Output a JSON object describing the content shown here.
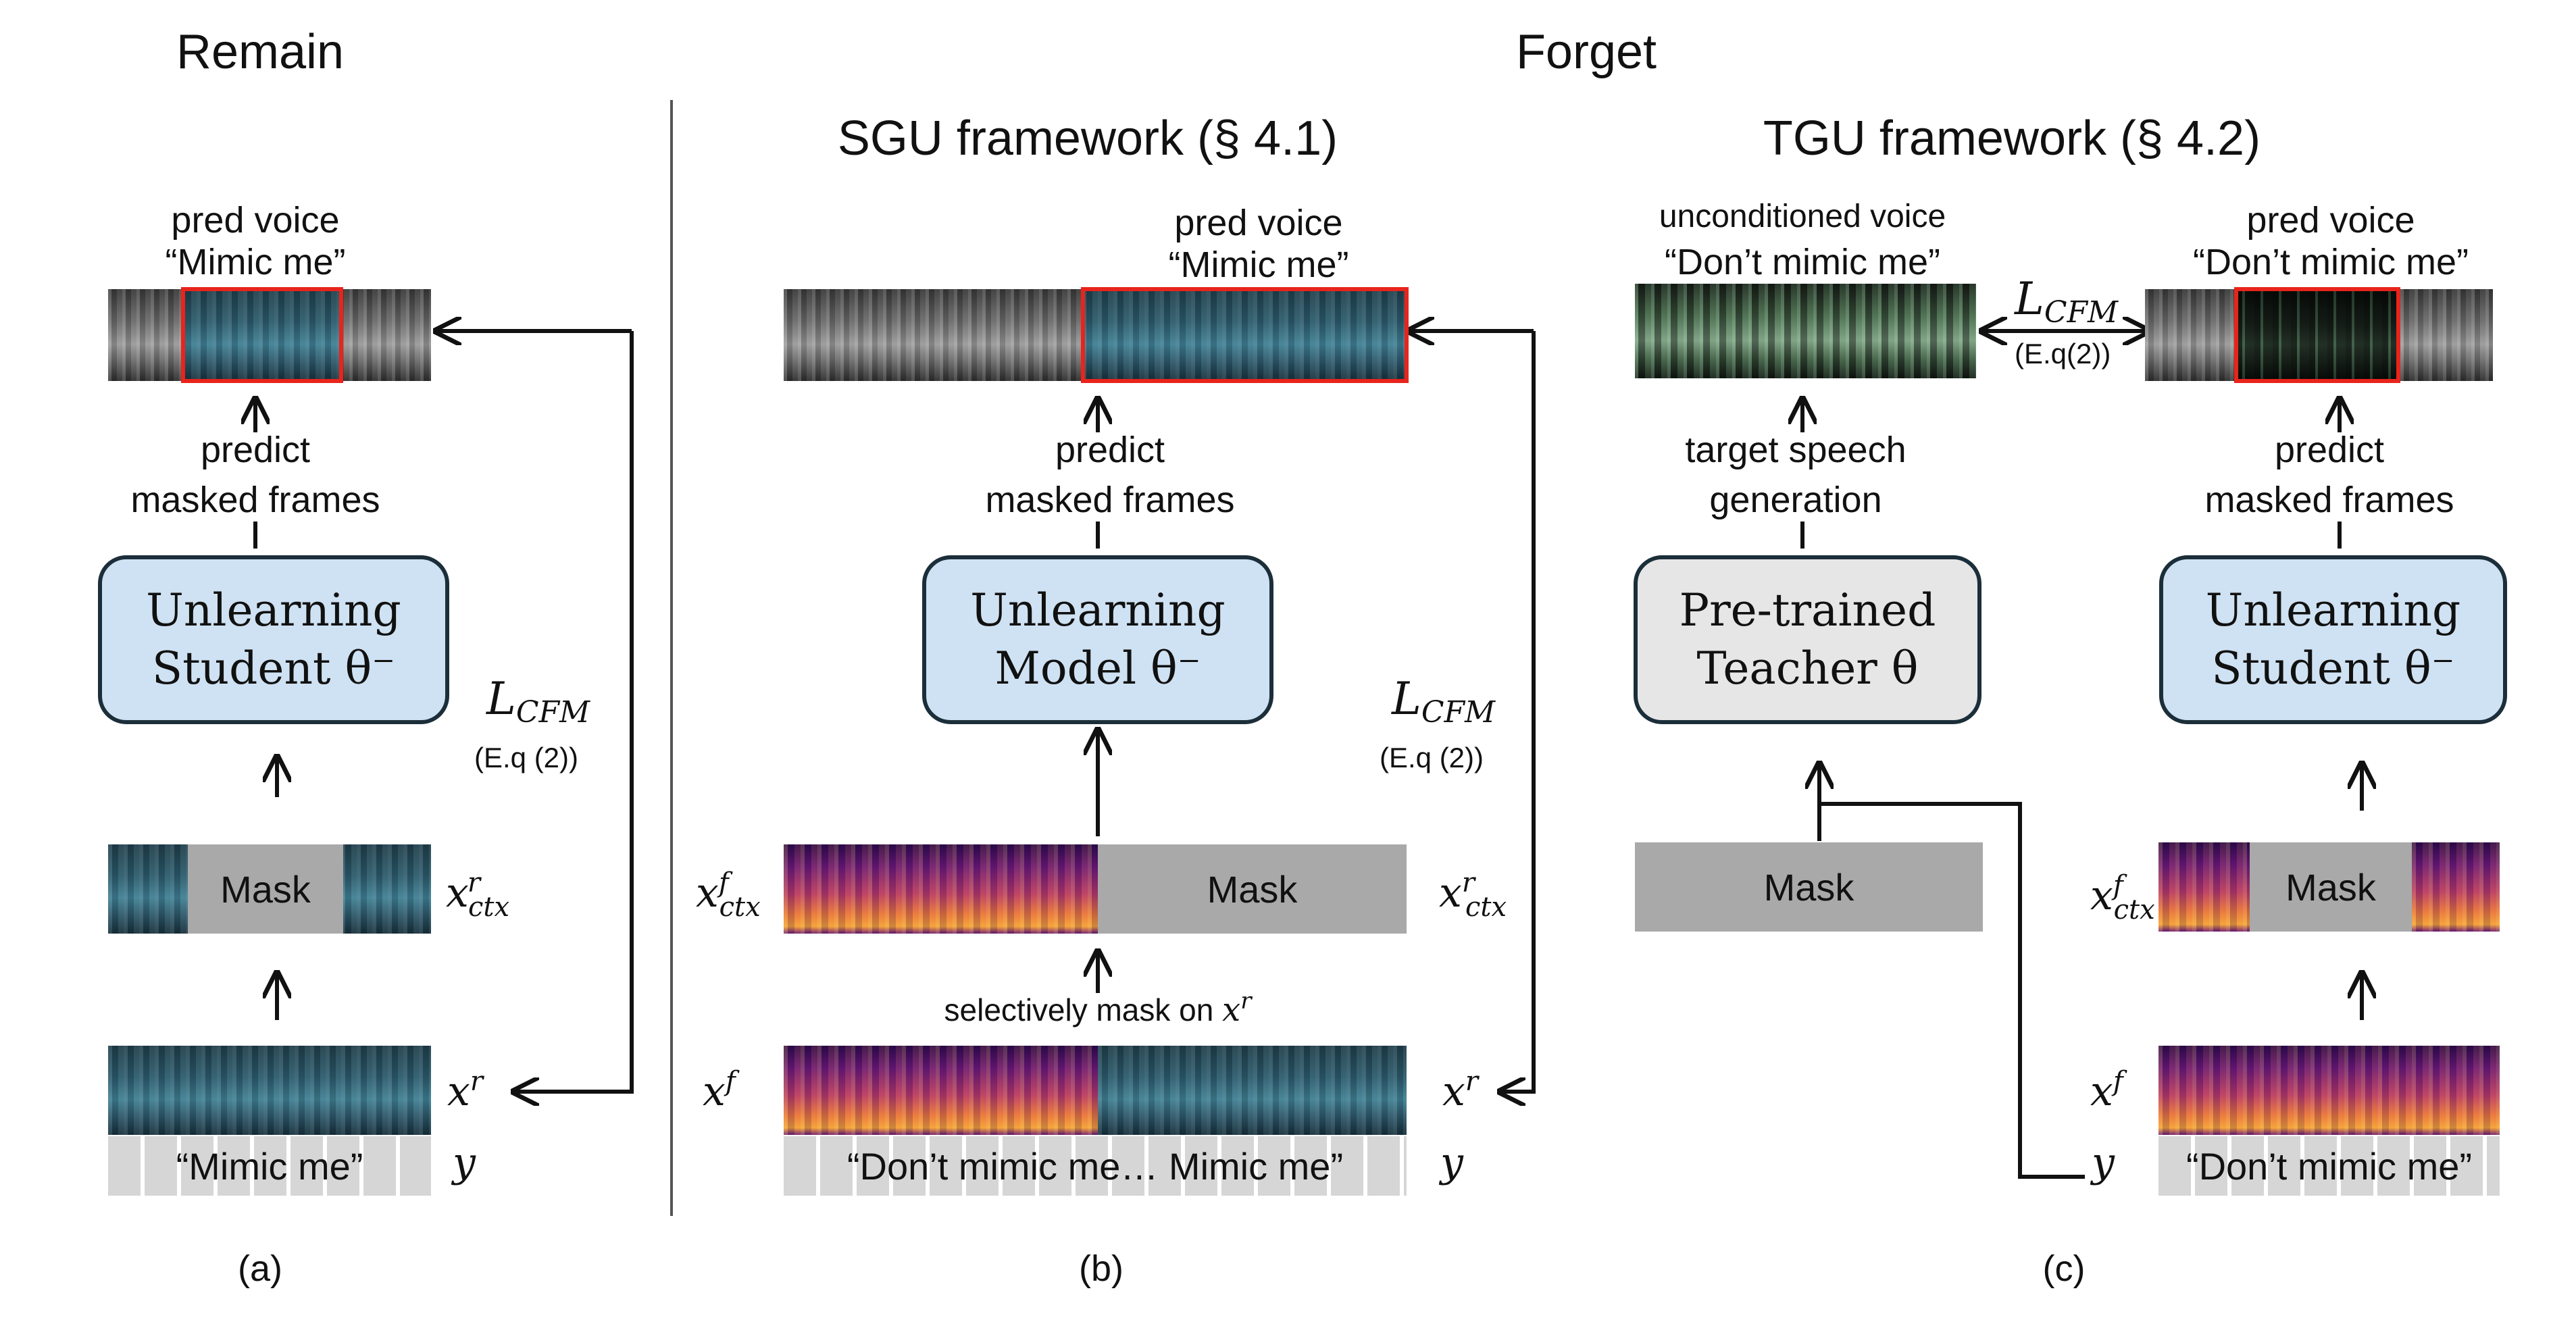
{
  "headers": {
    "remain": "Remain",
    "forget": "Forget"
  },
  "panel_a": {
    "pred_voice": "pred voice",
    "pred_voice_quote": "“Mimic me”",
    "predict": "predict",
    "masked_frames": "masked frames",
    "model_line1": "Unlearning",
    "model_line2": "Student θ⁻",
    "loss": "L",
    "loss_sub": "CFM",
    "loss_ref": "(E.q (2))",
    "mask": "Mask",
    "ctx_label": "x",
    "ctx_sup": "r",
    "ctx_sub": "ctx",
    "input_label": "x",
    "input_sup": "r",
    "y_label": "y",
    "text": "“Mimic me”",
    "caption": "(a)"
  },
  "panel_b": {
    "title": "SGU framework (§ 4.1)",
    "pred_voice": "pred voice",
    "pred_voice_quote": "“Mimic me”",
    "predict": "predict",
    "masked_frames": "masked frames",
    "model_line1": "Unlearning",
    "model_line2": "Model θ⁻",
    "loss": "L",
    "loss_sub": "CFM",
    "loss_ref": "(E.q (2))",
    "mask": "Mask",
    "ctx_left_label": "x",
    "ctx_left_sup": "f",
    "ctx_left_sub": "ctx",
    "ctx_right_label": "x",
    "ctx_right_sup": "r",
    "ctx_right_sub": "ctx",
    "selective": "selectively mask on ",
    "selective_x": "x",
    "selective_sup": "r",
    "input_left_label": "x",
    "input_left_sup": "f",
    "input_right_label": "x",
    "input_right_sup": "r",
    "y_label": "y",
    "text": "“Don’t mimic me… Mimic me”",
    "caption": "(b)"
  },
  "panel_c": {
    "title": "TGU framework (§ 4.2)",
    "uncond_voice": "unconditioned voice",
    "uncond_quote": "“Don’t mimic me”",
    "pred_voice": "pred voice",
    "pred_voice_quote": "“Don’t mimic me”",
    "loss": "L",
    "loss_sub": "CFM",
    "loss_ref": "(E.q(2))",
    "target_line1": "target speech",
    "target_line2": "generation",
    "predict": "predict",
    "masked_frames": "masked frames",
    "teacher_line1": "Pre-trained",
    "teacher_line2": "Teacher θ",
    "student_line1": "Unlearning",
    "student_line2": "Student θ⁻",
    "mask_left": "Mask",
    "mask_right": "Mask",
    "ctx_label": "x",
    "ctx_sup": "f",
    "ctx_sub": "ctx",
    "input_label": "x",
    "input_sup": "f",
    "y_label": "y",
    "text": "“Don’t mimic me”",
    "caption": "(c)"
  }
}
